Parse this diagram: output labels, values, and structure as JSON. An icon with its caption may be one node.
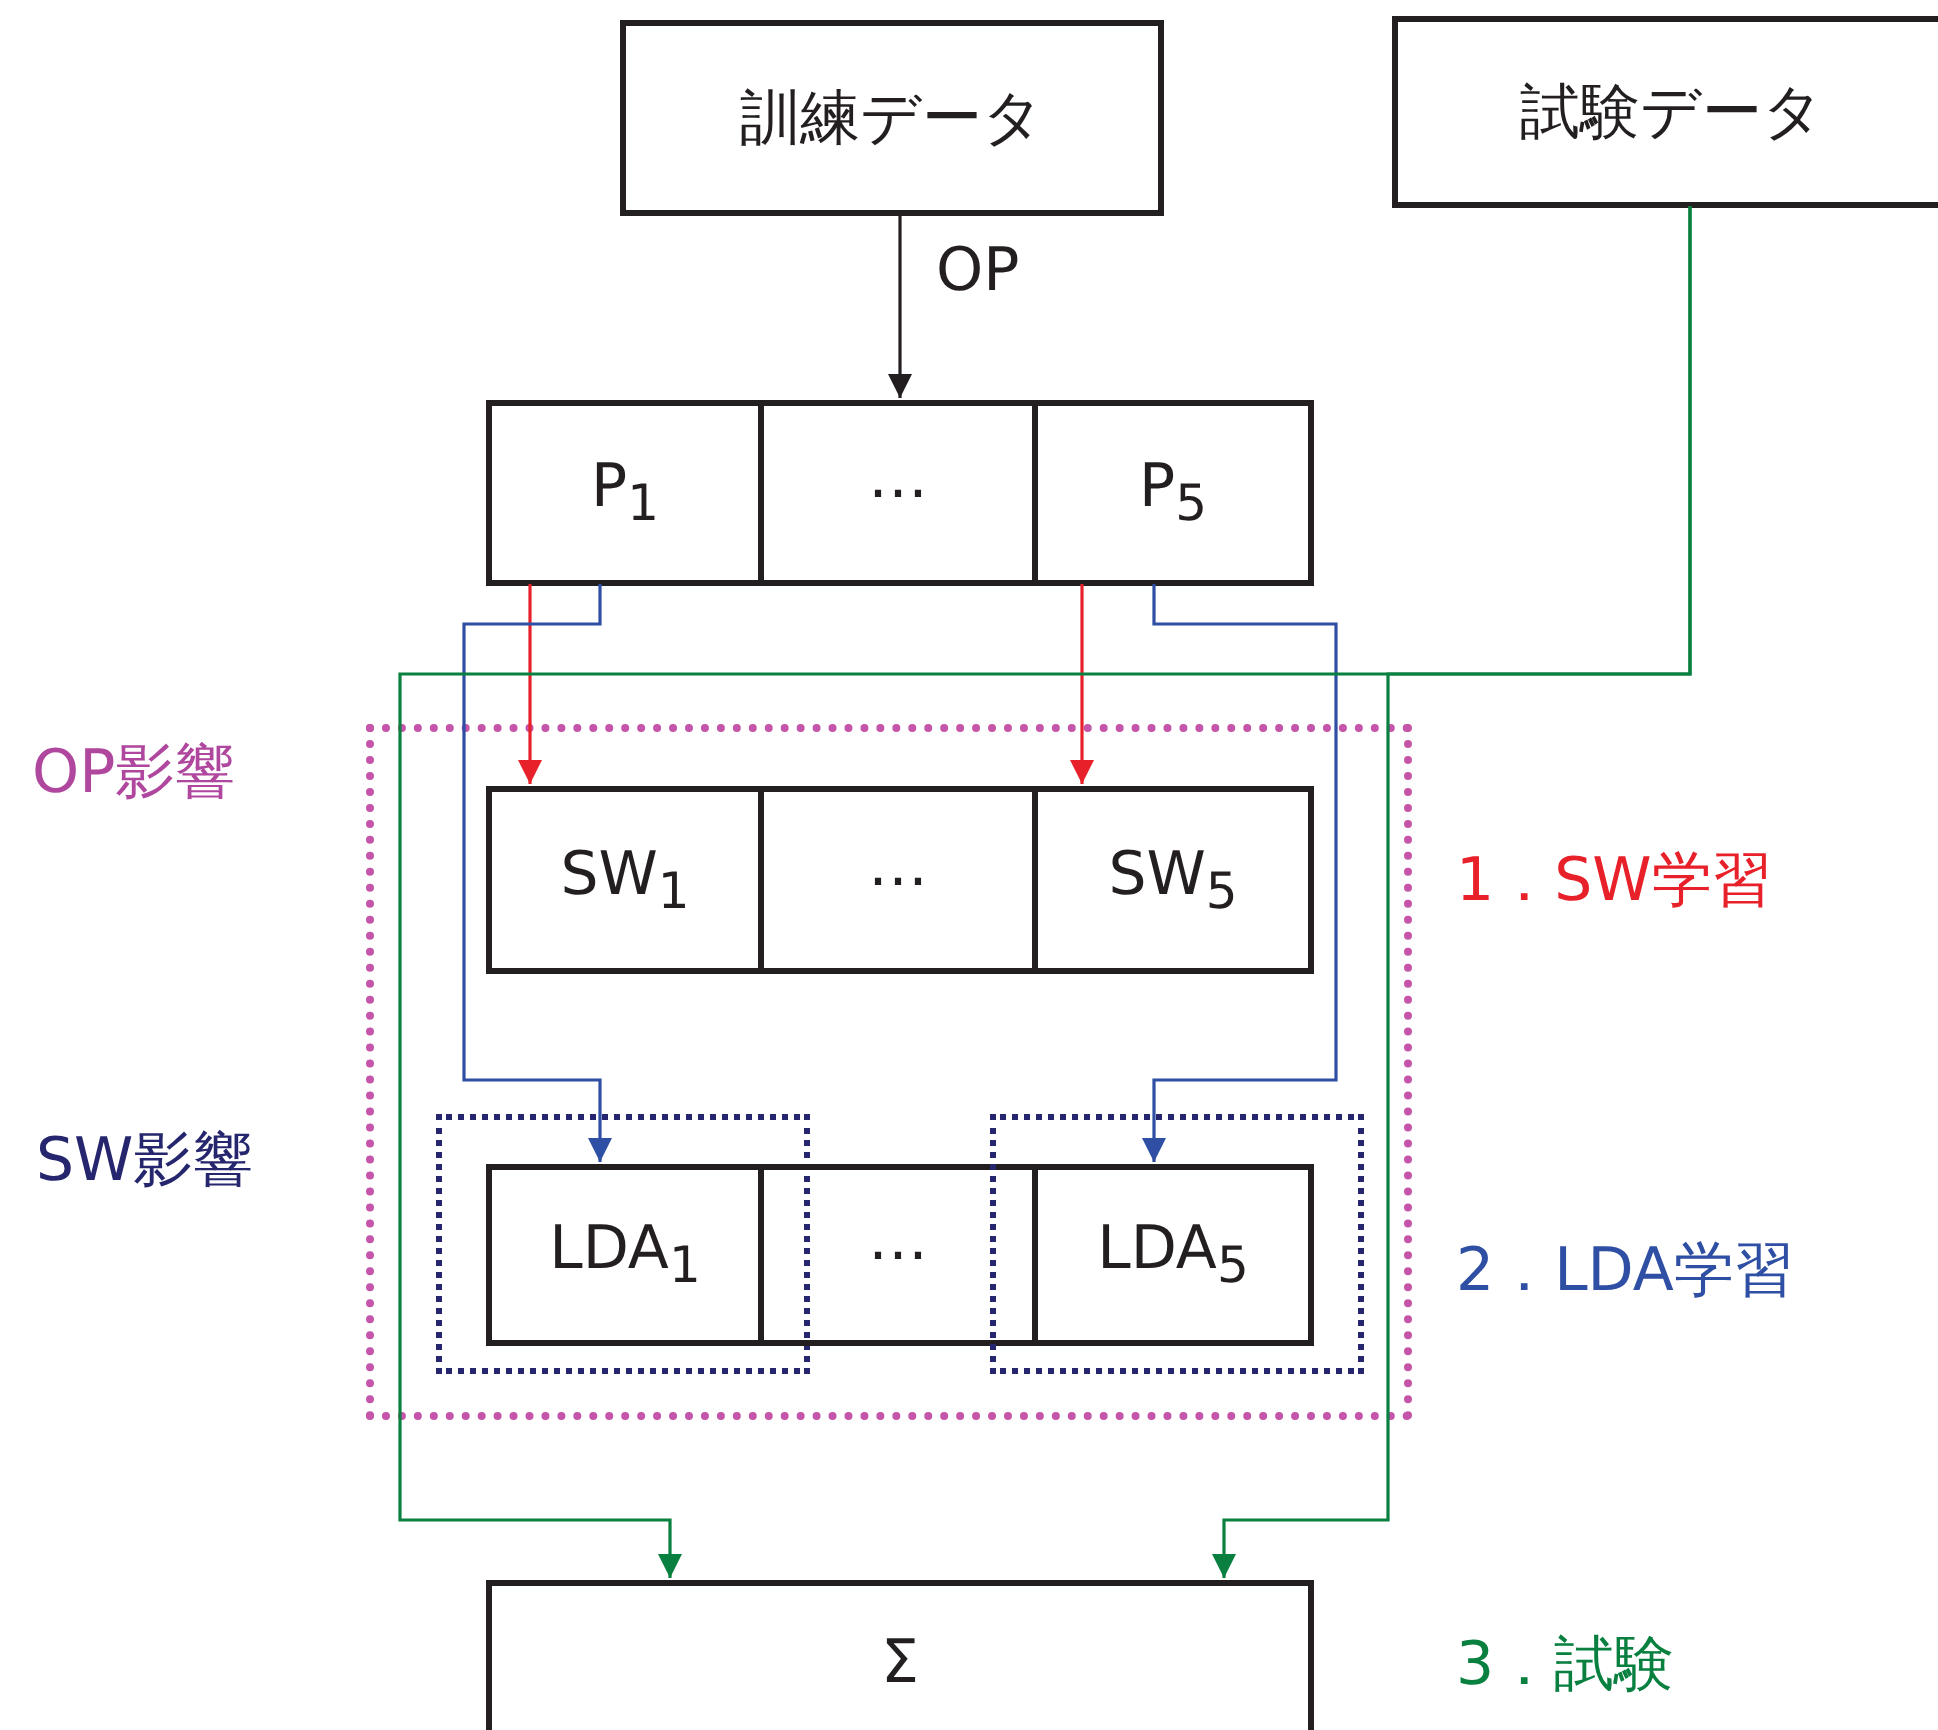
{
  "diagram": {
    "nodes": [
      {
        "text": [
          "訓練データ"
        ]
      },
      {
        "text": [
          "試験データ"
        ]
      },
      {
        "text": [
          "P$_{1}$"
        ]
      },
      {
        "text": [
          "⋯"
        ]
      },
      {
        "text": [
          "P$_{5}$"
        ]
      },
      {
        "text": [
          "OP影響"
        ]
      },
      {
        "text": [
          "SW$_{1}$"
        ],
        "in": 5
      },
      {
        "text": [
          "⋯"
        ],
        "in": 5
      },
      {
        "text": [
          "SW$_{5}$"
        ],
        "in": 5
      },
      {
        "text": [
          "SW影響"
        ],
        "in": 5
      },
      {
        "text": [
          "LDA$_{1}$"
        ],
        "in": 9
      },
      {
        "text": [
          "⋯"
        ],
        "in": 5
      },
      {
        "text": [],
        "shape": "box",
        "in": 5
      },
      {
        "text": [
          "LDA$_{5}$"
        ],
        "in": 12
      },
      {
        "text": [
          "Σ"
        ]
      }
    ],
    "edges": [
      {
        "from": 0,
        "to": 3,
        "arrow": "to",
        "label": "OP",
        "color": "#231f20"
      },
      {
        "from": 2,
        "to": 6,
        "arrow": "to",
        "color": "#e8202a"
      },
      {
        "from": 4,
        "to": 8,
        "arrow": "to",
        "color": "#e8202a"
      },
      {
        "from": 2,
        "to": 10,
        "arrow": "to",
        "color": "#2e4fa3"
      },
      {
        "from": 4,
        "to": 13,
        "arrow": "to",
        "color": "#2e4fa3"
      },
      {
        "from": 1,
        "to": 14,
        "arrow": "to",
        "color": "#0a8040"
      },
      {
        "from": 1,
        "to": 14,
        "arrow": "to",
        "color": "#0a8040"
      }
    ],
    "labels": [
      "1．SW学習",
      "2．LDA学習",
      "3．試験"
    ]
  }
}
